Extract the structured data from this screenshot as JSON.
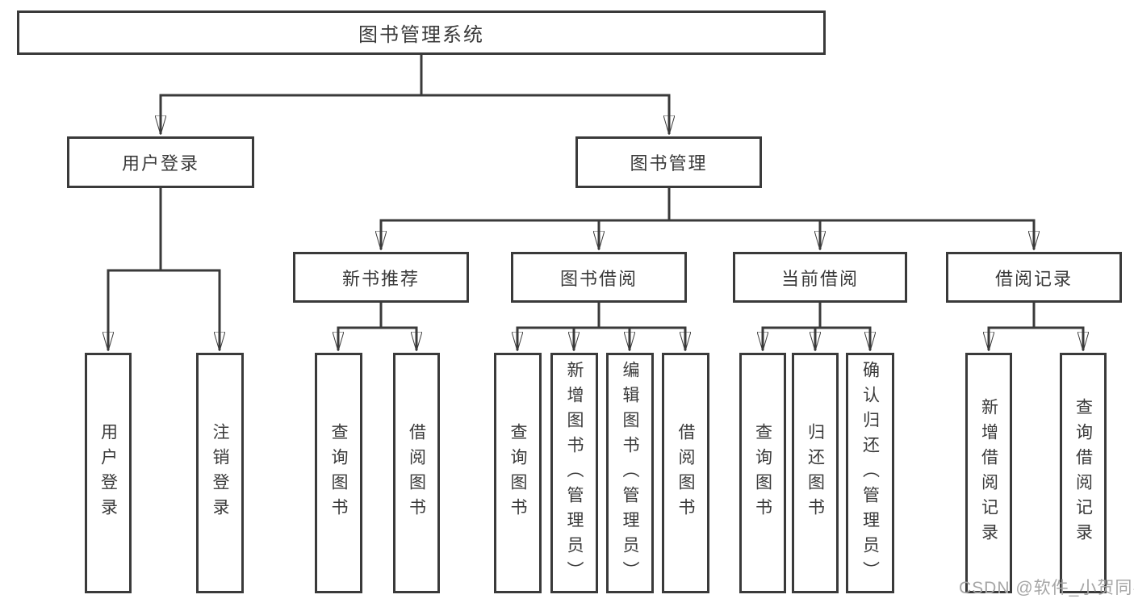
{
  "diagram": {
    "root": {
      "label": "图书管理系统",
      "children": [
        {
          "label": "用户登录",
          "children": [
            {
              "label": "用户登录"
            },
            {
              "label": "注销登录"
            }
          ]
        },
        {
          "label": "图书管理",
          "children": [
            {
              "label": "新书推荐",
              "children": [
                {
                  "label": "查询图书"
                },
                {
                  "label": "借阅图书"
                }
              ]
            },
            {
              "label": "图书借阅",
              "children": [
                {
                  "label": "查询图书"
                },
                {
                  "label": "新增图书（管理员）"
                },
                {
                  "label": "编辑图书（管理员）"
                },
                {
                  "label": "借阅图书"
                }
              ]
            },
            {
              "label": "当前借阅",
              "children": [
                {
                  "label": "查询图书"
                },
                {
                  "label": "归还图书"
                },
                {
                  "label": "确认归还（管理员）"
                }
              ]
            },
            {
              "label": "借阅记录",
              "children": [
                {
                  "label": "新增借阅记录"
                },
                {
                  "label": "查询借阅记录"
                }
              ]
            }
          ]
        }
      ]
    }
  },
  "watermark": {
    "text": "CSDN @软件_小贺同学"
  },
  "colors": {
    "line": "#3a3a3a",
    "text": "#3a3a3a",
    "watermark": "#a6a6a6",
    "background": "#ffffff"
  }
}
